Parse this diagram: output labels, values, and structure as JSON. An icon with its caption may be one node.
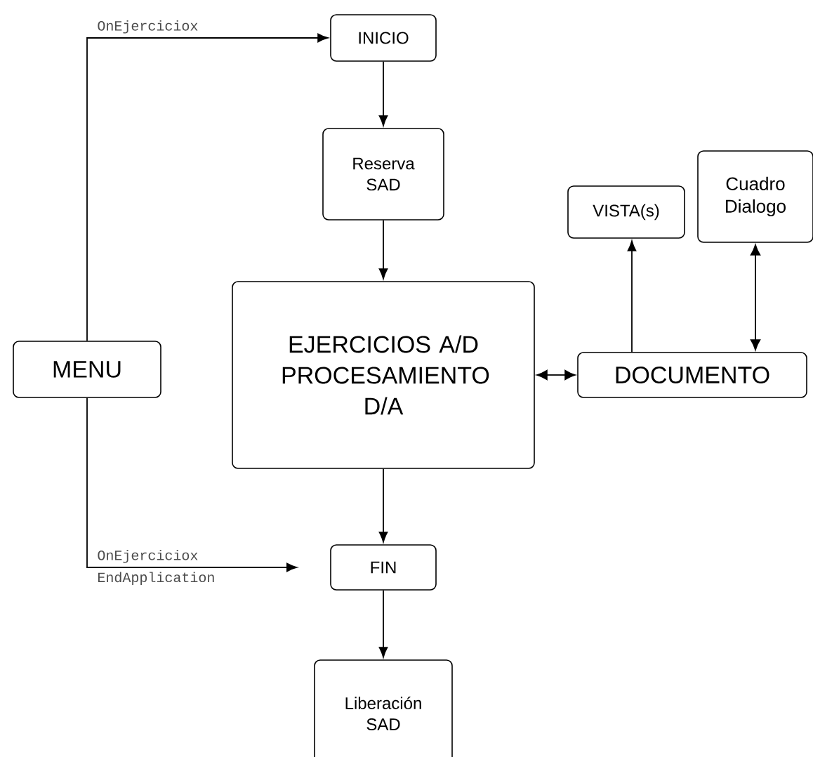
{
  "diagram": {
    "nodes": [
      {
        "text": [
          "INICIO"
        ]
      },
      {
        "text": [
          "Reserva SAD"
        ]
      },
      {
        "text": [
          "EJERCICIOS A/D PROCESAMIENTO D/A"
        ]
      },
      {
        "text": [
          "MENU"
        ]
      },
      {
        "text": [
          "VISTA(s)"
        ]
      },
      {
        "text": [
          "Cuadro Dialogo"
        ]
      },
      {
        "text": [
          "DOCUMENTO"
        ]
      },
      {
        "text": [
          "FIN"
        ]
      },
      {
        "text": [
          "Liberación SAD"
        ]
      }
    ],
    "edges": [
      {
        "from": 3,
        "to": 0,
        "arrow": "to",
        "label": "OnEjerciciox"
      },
      {
        "from": 0,
        "to": 1,
        "arrow": "to"
      },
      {
        "from": 1,
        "to": 2,
        "arrow": "to"
      },
      {
        "from": 2,
        "to": 7,
        "arrow": "to"
      },
      {
        "from": 7,
        "to": 8,
        "arrow": "to"
      },
      {
        "from": 3,
        "to": 7,
        "arrow": "to",
        "label": "OnEjerciciox"
      },
      {
        "from": 6,
        "to": 4,
        "arrow": "to"
      },
      {
        "from": 6,
        "to": 5,
        "arrow": "both"
      },
      {
        "from": 2,
        "to": 6,
        "arrow": "both"
      }
    ],
    "labels": [
      "EndApplication"
    ]
  }
}
